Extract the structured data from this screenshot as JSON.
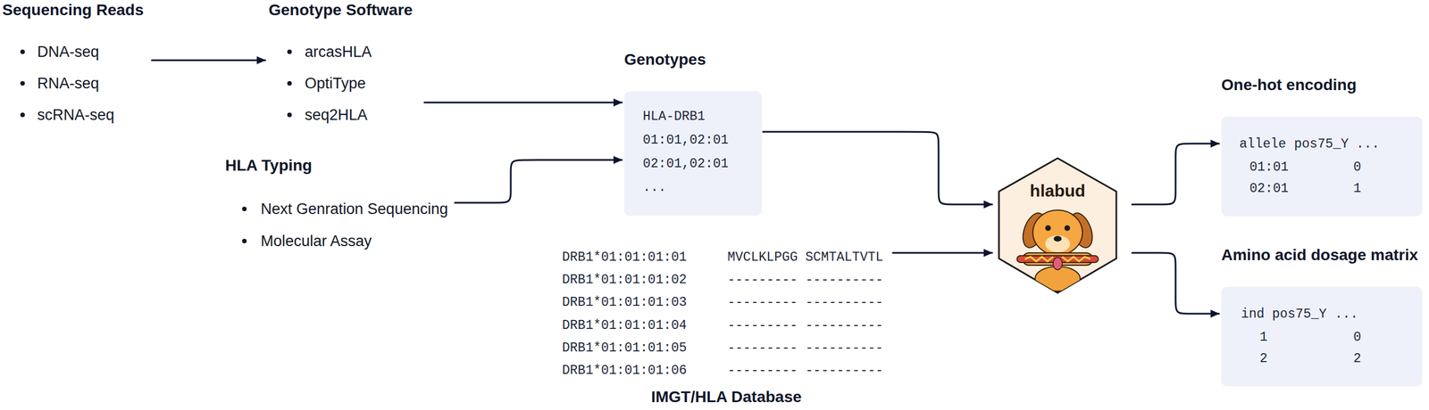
{
  "diagram": {
    "nodes": [
      {
        "text": [
          "Sequencing Reads",
          "DNA-seq",
          "RNA-seq",
          "scRNA-seq"
        ]
      },
      {
        "text": [
          "Genotype Software",
          "arcasHLA",
          "OptiType",
          "seq2HLA"
        ]
      },
      {
        "text": [
          "HLA Typing",
          "Next Genration Sequencing",
          "Molecular Assay"
        ]
      },
      {
        "text": [
          "Genotypes",
          "HLA-DRB1",
          "01:01,02:01",
          "02:01,02:01",
          "..."
        ]
      },
      {
        "text": [
          "DRB1*01:01:01:01",
          "MVCLKLPGG SCMTALTVTL",
          "DRB1*01:01:01:02",
          "--------- ----------",
          "DRB1*01:01:01:03",
          "--------- ----------",
          "DRB1*01:01:01:04",
          "--------- ----------",
          "DRB1*01:01:01:05",
          "--------- ----------",
          "DRB1*01:01:01:06",
          "--------- ----------",
          "IMGT/HLA Database"
        ]
      },
      {
        "text": [
          "hlabud"
        ]
      },
      {
        "text": [
          "One-hot encoding",
          "allele",
          "pos75_Y",
          "...",
          "01:01",
          "0",
          "02:01",
          "1"
        ]
      },
      {
        "text": [
          "Amino acid dosage matrix",
          "ind",
          "pos75_Y",
          "...",
          "1",
          "0",
          "2",
          "2"
        ]
      }
    ],
    "edges": [
      {
        "from": 0,
        "to": 1,
        "arrow": "to"
      },
      {
        "from": 1,
        "to": 3,
        "arrow": "to"
      },
      {
        "from": 2,
        "to": 3,
        "arrow": "to"
      },
      {
        "from": 3,
        "to": 5,
        "arrow": "to"
      },
      {
        "from": 4,
        "to": 5,
        "arrow": "to"
      },
      {
        "from": 5,
        "to": 6,
        "arrow": "to"
      },
      {
        "from": 5,
        "to": 7,
        "arrow": "to"
      }
    ]
  }
}
